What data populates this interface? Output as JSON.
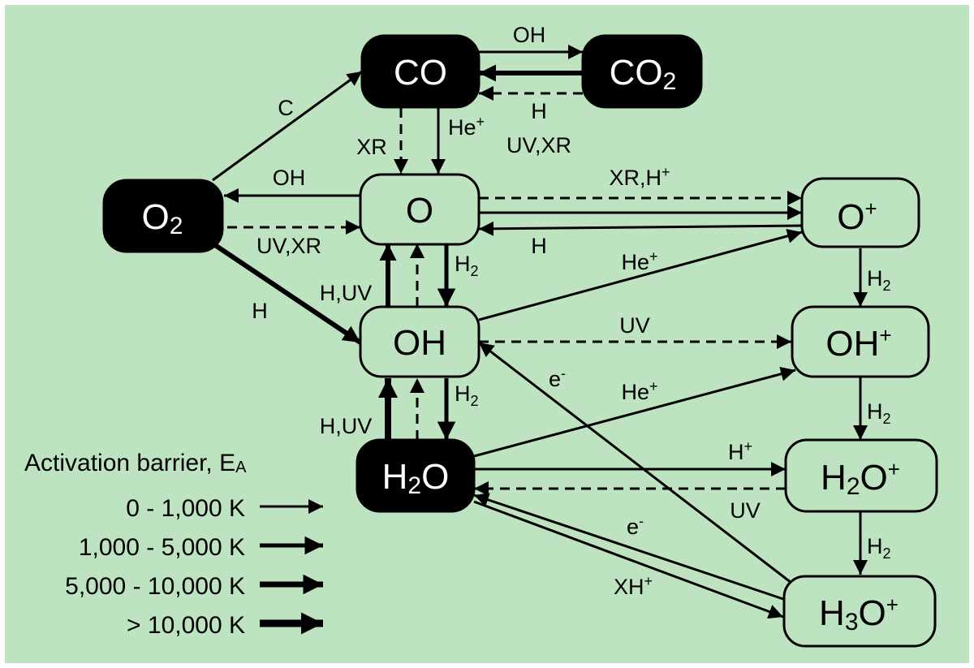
{
  "colors": {
    "background": "#bde3c0",
    "frame": "#ffffff",
    "dark_node": "#000000",
    "dark_text": "#ffffff",
    "light_node": "#bde3c0",
    "line": "#000000"
  },
  "nodes": {
    "co": {
      "text": "CO",
      "sub": "",
      "sup": "",
      "style": "dark"
    },
    "co2": {
      "text": "CO",
      "sub": "2",
      "sup": "",
      "style": "dark"
    },
    "o2": {
      "text": "O",
      "sub": "2",
      "sup": "",
      "style": "dark"
    },
    "o": {
      "text": "O",
      "sub": "",
      "sup": "",
      "style": "light"
    },
    "oplus": {
      "text": "O",
      "sub": "",
      "sup": "+",
      "style": "light"
    },
    "oh": {
      "text": "OH",
      "sub": "",
      "sup": "",
      "style": "light"
    },
    "ohplus": {
      "text": "OH",
      "sub": "",
      "sup": "+",
      "style": "light"
    },
    "h2o": {
      "text": "H",
      "sub": "2",
      "tail": "O",
      "sup": "",
      "style": "dark"
    },
    "h2oplus": {
      "text": "H",
      "sub": "2",
      "tail": "O",
      "sup": "+",
      "style": "light"
    },
    "h3oplus": {
      "text": "H",
      "sub": "3",
      "tail": "O",
      "sup": "+",
      "style": "light"
    }
  },
  "edge_labels": {
    "co_co2": "OH",
    "co2_co": "H",
    "o2_co": "C",
    "co_o_dashed": "XR",
    "co_o_solid": "He",
    "co_o_solid_sup": "+",
    "co2_co_uv": "UV,XR",
    "o_o2": "OH",
    "o2_o": "UV,XR",
    "o2_oh": "H",
    "o_oplus_dashed": "XR,H",
    "o_oplus_dashed_sup": "+",
    "oplus_o": "H",
    "o_oh": "H",
    "o_oh_sub": "2",
    "oh_o": "H,UV",
    "oh_oplus": "He",
    "oh_oplus_sup": "+",
    "oh_ohplus": "UV",
    "oplus_ohplus": "H",
    "oplus_ohplus_sub": "2",
    "oh_h2o": "H",
    "oh_h2o_sub": "2",
    "h2o_oh": "H,UV",
    "h3o_oh": "e",
    "h3o_oh_sup": "-",
    "h2o_ohplus": "He",
    "h2o_ohplus_sup": "+",
    "ohplus_h2oplus": "H",
    "ohplus_h2oplus_sub": "2",
    "h2o_h2oplus": "H",
    "h2o_h2oplus_sup": "+",
    "h2oplus_h2o": "UV",
    "h2oplus_h3oplus": "H",
    "h2oplus_h3oplus_sub": "2",
    "h3o_h2o": "e",
    "h3o_h2o_sup": "-",
    "h2o_h3o": "XH",
    "h2o_h3o_sup": "+"
  },
  "legend": {
    "title": "Activation barrier, E",
    "title_sub": "A",
    "items": [
      {
        "label": "0 - 1,000 K",
        "weight": 1
      },
      {
        "label": "1,000 - 5,000 K",
        "weight": 2
      },
      {
        "label": "5,000 - 10,000 K",
        "weight": 3
      },
      {
        "label": "> 10,000 K",
        "weight": 4
      }
    ]
  }
}
